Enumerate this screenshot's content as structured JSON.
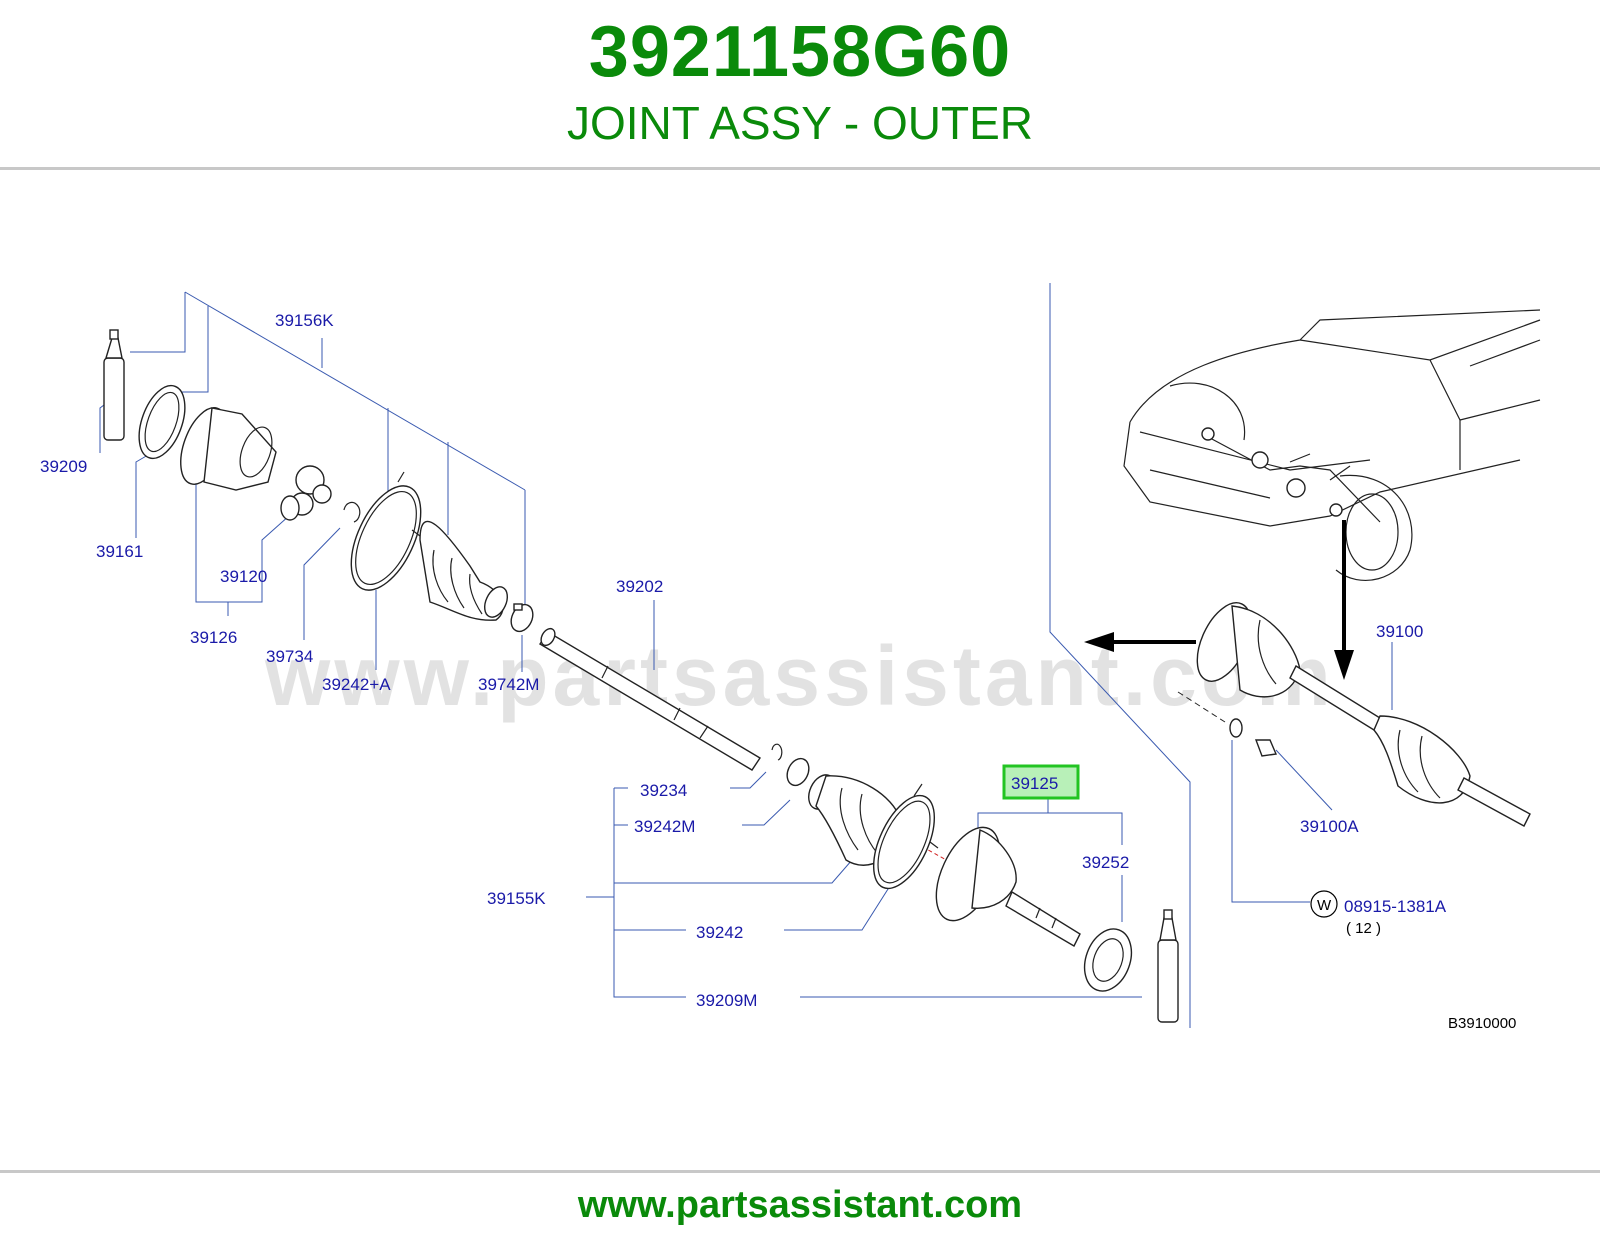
{
  "header": {
    "part_number": "3921158G60",
    "part_name": "JOINT ASSY - OUTER"
  },
  "colors": {
    "brand_green": "#0a8a0a",
    "label_blue": "#1a1aa8",
    "highlight_green": "#22c422",
    "highlight_fill": "#b8f0b8"
  },
  "diagram": {
    "watermark": "www.partsassistant.com",
    "labels": {
      "p39156K": "39156K",
      "p39209": "39209",
      "p39161": "39161",
      "p39120": "39120",
      "p39126": "39126",
      "p39734": "39734",
      "p39242A": "39242+A",
      "p39742M": "39742M",
      "p39202": "39202",
      "p39234": "39234",
      "p39242M": "39242M",
      "p39155K": "39155K",
      "p39242": "39242",
      "p39209M": "39209M",
      "p39125": "39125",
      "p39252": "39252",
      "p39100": "39100",
      "p39100A": "39100A",
      "p08915": "08915-1381A",
      "p08915_qty": "( 12 )",
      "washer_symbol": "W"
    },
    "highlighted_part": "39125",
    "reference_code": "B3910000"
  },
  "footer": {
    "url": "www.partsassistant.com"
  }
}
